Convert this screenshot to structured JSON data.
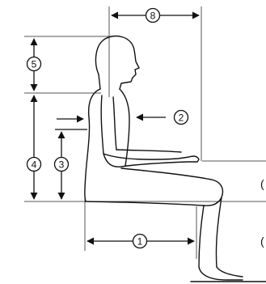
{
  "labels": {
    "one": "1",
    "two": "2",
    "three": "3",
    "four": "4",
    "five": "5",
    "eight": "8",
    "partial_right_top": "(",
    "partial_right_bottom": "("
  },
  "colors": {
    "line": "#111111",
    "guide": "#555555",
    "background": "#ffffff"
  }
}
